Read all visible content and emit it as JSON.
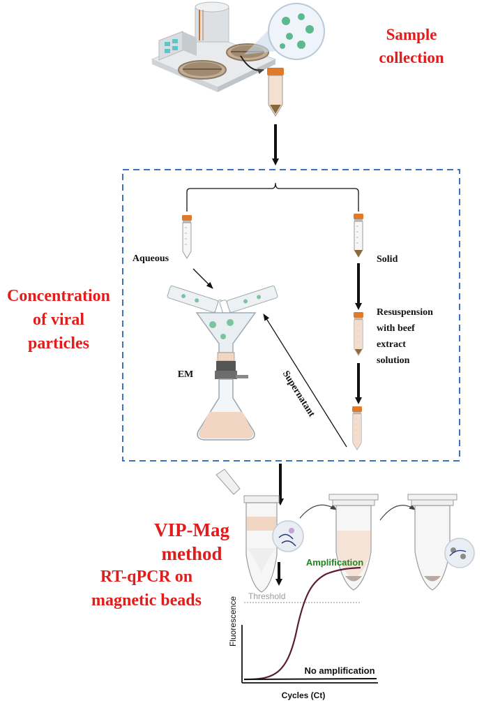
{
  "stages": {
    "sample_collection": [
      "Sample",
      "collection"
    ],
    "concentration": [
      "Concentration",
      "of viral",
      "particles"
    ],
    "vip_mag": [
      "VIP-Mag",
      "method"
    ],
    "rtqpcr": [
      "RT-qPCR on",
      "magnetic beads"
    ]
  },
  "labels": {
    "aqueous": "Aqueous",
    "solid": "Solid",
    "resuspension": [
      "Resuspension",
      "with beef",
      "extract",
      "solution"
    ],
    "em": "EM",
    "supernatant": "Supernatant"
  },
  "chart_data": {
    "type": "line",
    "xlabel": "Cycles (Ct)",
    "ylabel": "Fluorescence",
    "series": [
      {
        "name": "Amplification",
        "color": "#5a1f2e"
      },
      {
        "name": "No amplification",
        "color": "#111111"
      }
    ],
    "threshold_label": "Threshold",
    "annotation_colors": {
      "Amplification": "#1a8a1a",
      "Threshold": "#9a9a9a"
    }
  },
  "colors": {
    "stage_title": "#e21b1b",
    "dashed_box": "#3b6fc4",
    "tube_cap": "#e07a2a",
    "liquid": "#f1d6c4",
    "sediment": "#8a6a3a"
  }
}
